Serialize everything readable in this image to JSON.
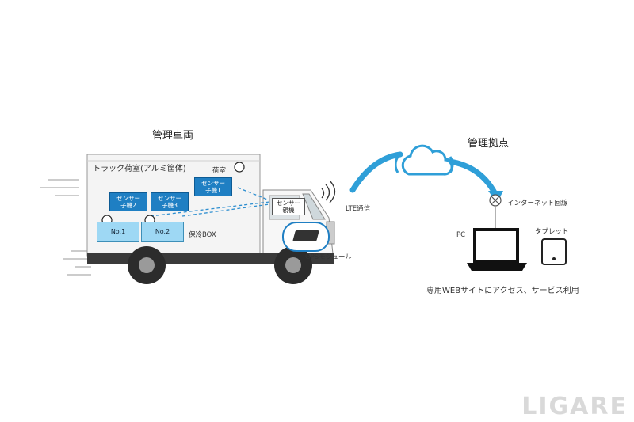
{
  "vehicle": {
    "title": "管理車両",
    "cargo_room_label": "トラック荷室(アルミ筐体)",
    "room_sensor_label": "荷室",
    "sensor_child_1": "センサー\n子機1",
    "sensor_child_2": "センサー\n子機2",
    "sensor_child_3": "センサー\n子機3",
    "box_no1": "No.1",
    "box_no2": "No.2",
    "cool_box_label": "保冷BOX",
    "sensor_parent": "センサー\n親機",
    "gps_module_label": "GPSモジュール"
  },
  "network": {
    "lte_label": "LTE通信"
  },
  "base": {
    "title": "管理拠点",
    "internet_label": "インターネット回線",
    "pc_label": "PC",
    "tablet_label": "タブレット",
    "caption": "専用WEBサイトにアクセス、サービス利用"
  },
  "watermark": "LIGARE",
  "colors": {
    "accent_blue": "#1f7fc3",
    "cloud_blue": "#2f9fd8",
    "cool_box": "#9ed8f4"
  }
}
